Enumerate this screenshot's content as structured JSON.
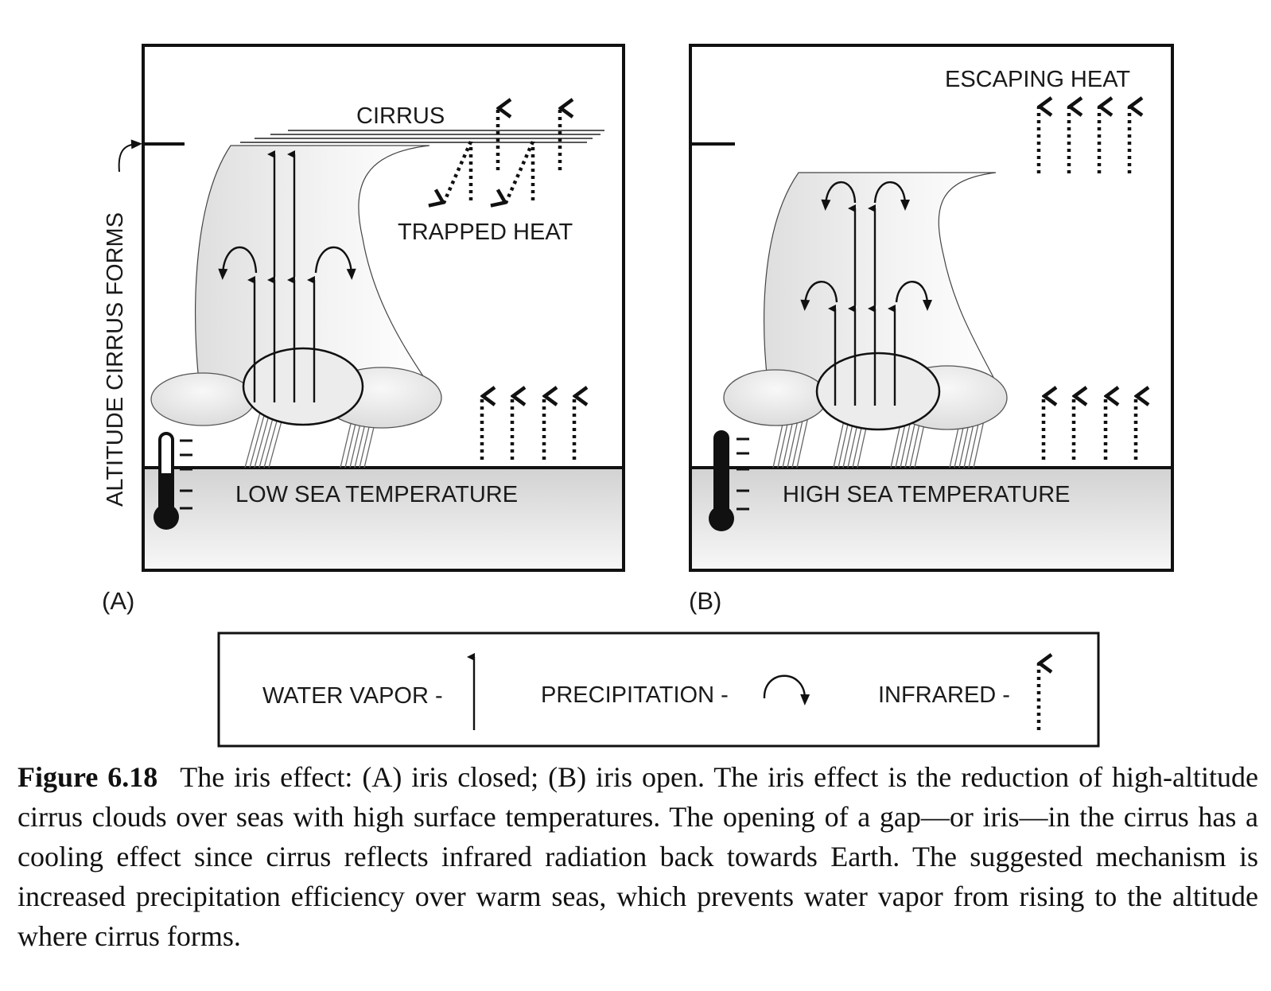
{
  "panels": {
    "a": {
      "letter": "(A)",
      "cirrus_label": "CIRRUS",
      "trapped_label": "TRAPPED HEAT",
      "sea_label": "LOW SEA TEMPERATURE"
    },
    "b": {
      "letter": "(B)",
      "escaping_label": "ESCAPING HEAT",
      "sea_label": "HIGH SEA TEMPERATURE"
    }
  },
  "axis_label": "ALTITUDE CIRRUS FORMS",
  "legend": {
    "water_vapor": "WATER VAPOR -",
    "precipitation": "PRECIPITATION -",
    "infrared": "INFRARED -"
  },
  "caption": {
    "label": "Figure 6.18",
    "text": "The iris effect: (A) iris closed; (B) iris open. The iris effect is the reduction of high-altitude cirrus clouds over seas with high surface temperatures. The opening of a gap—or iris—in the cirrus has a cooling effect since cirrus reflects infrared radiation back towards Earth. The suggested mechanism is increased precipitation efficiency over warm seas, which prevents water vapor from rising to the altitude where cirrus forms."
  }
}
